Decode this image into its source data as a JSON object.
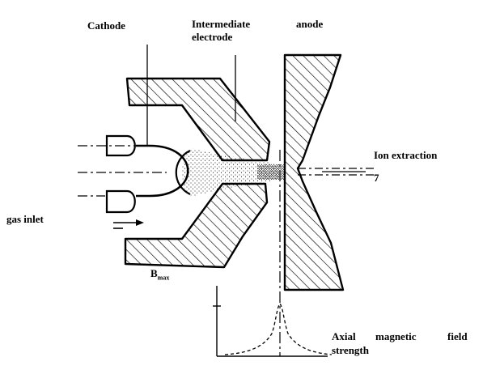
{
  "labels": {
    "cathode": "Cathode",
    "intermediate_electrode_line1": "Intermediate",
    "intermediate_electrode_line2": "electrode",
    "anode": "anode",
    "ion_extraction": "Ion extraction",
    "seven": "7",
    "gas_inlet": "gas inlet",
    "b": "B",
    "b_subscript": "max",
    "axial_word1": "Axial",
    "axial_word2": "magnetic",
    "axial_word3": "field",
    "strength": "strength"
  }
}
